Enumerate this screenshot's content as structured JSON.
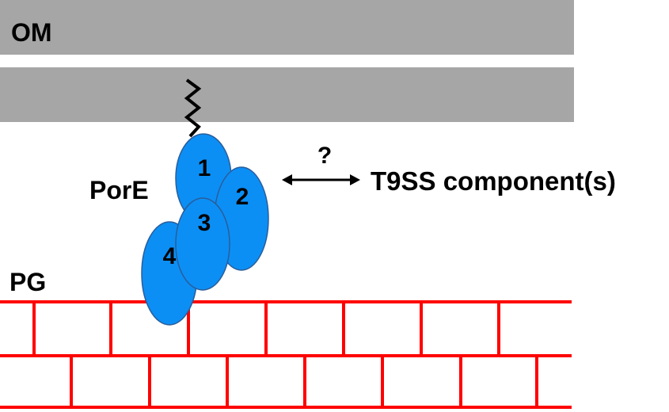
{
  "labels": {
    "outer_membrane": "OM",
    "peptidoglycan": "PG",
    "protein": "PorE",
    "question": "?",
    "target": "T9SS component(s)"
  },
  "domains": [
    "1",
    "2",
    "3",
    "4"
  ],
  "colors": {
    "membrane": "#a6a6a6",
    "domain_fill": "#0b8ff5",
    "domain_stroke": "#2a5d9a",
    "peptidoglycan": "#ff0000",
    "anchor": "#000000",
    "text": "#000000"
  }
}
